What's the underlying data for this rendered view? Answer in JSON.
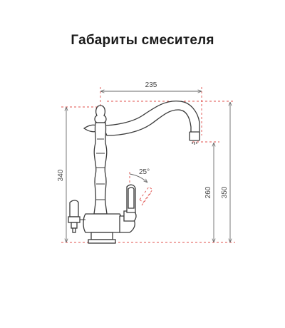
{
  "title": "Габариты смесителя",
  "dimensions": {
    "width_top": "235",
    "height_left": "340",
    "height_spout": "260",
    "height_total": "350",
    "angle": "25°"
  },
  "colors": {
    "outline": "#3a3a3a",
    "dim_line": "#6a6a6a",
    "dashed_guide": "#e0524e"
  }
}
